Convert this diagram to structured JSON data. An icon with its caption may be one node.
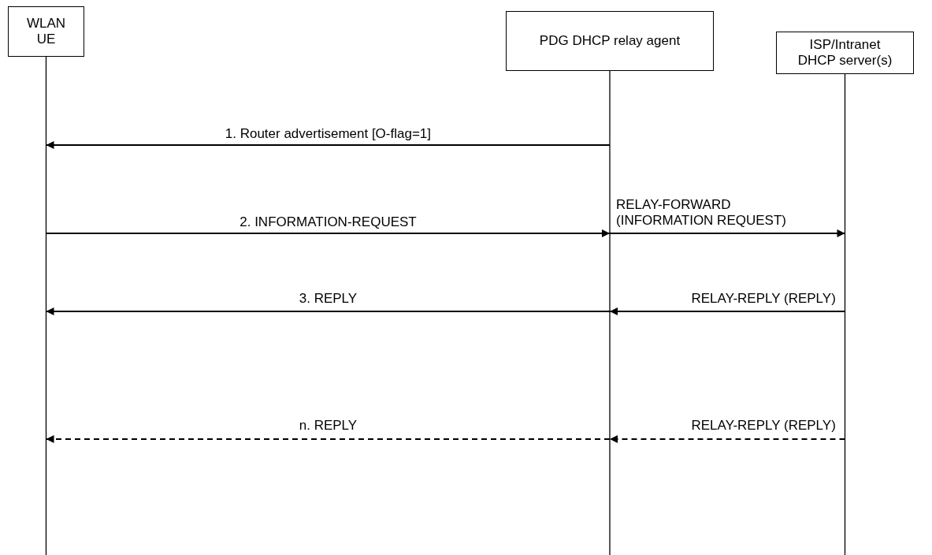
{
  "diagram": {
    "nodes": [
      {
        "text": [
          "WLAN UE"
        ]
      },
      {
        "text": [
          "PDG DHCP relay agent"
        ]
      },
      {
        "text": [
          "ISP/Intranet DHCP server(s)"
        ]
      }
    ],
    "edges": [
      {
        "from": 1,
        "to": 0,
        "arrow": "to",
        "label": "1. Router advertisement [O-flag=1]"
      },
      {
        "from": 0,
        "to": 1,
        "arrow": "to",
        "label": "2. INFORMATION-REQUEST"
      },
      {
        "from": 1,
        "to": 2,
        "arrow": "to",
        "label": "RELAY-FORWARD (INFORMATION REQUEST)"
      },
      {
        "from": 2,
        "to": 1,
        "arrow": "to",
        "label": "RELAY-REPLY (REPLY)"
      },
      {
        "from": 1,
        "to": 0,
        "arrow": "to",
        "label": "3. REPLY"
      },
      {
        "from": 2,
        "to": 1,
        "arrow": "to",
        "label": "RELAY-REPLY (REPLY)",
        "style": "dashed"
      },
      {
        "from": 1,
        "to": 0,
        "arrow": "to",
        "label": "n. REPLY",
        "style": "dashed"
      }
    ]
  }
}
